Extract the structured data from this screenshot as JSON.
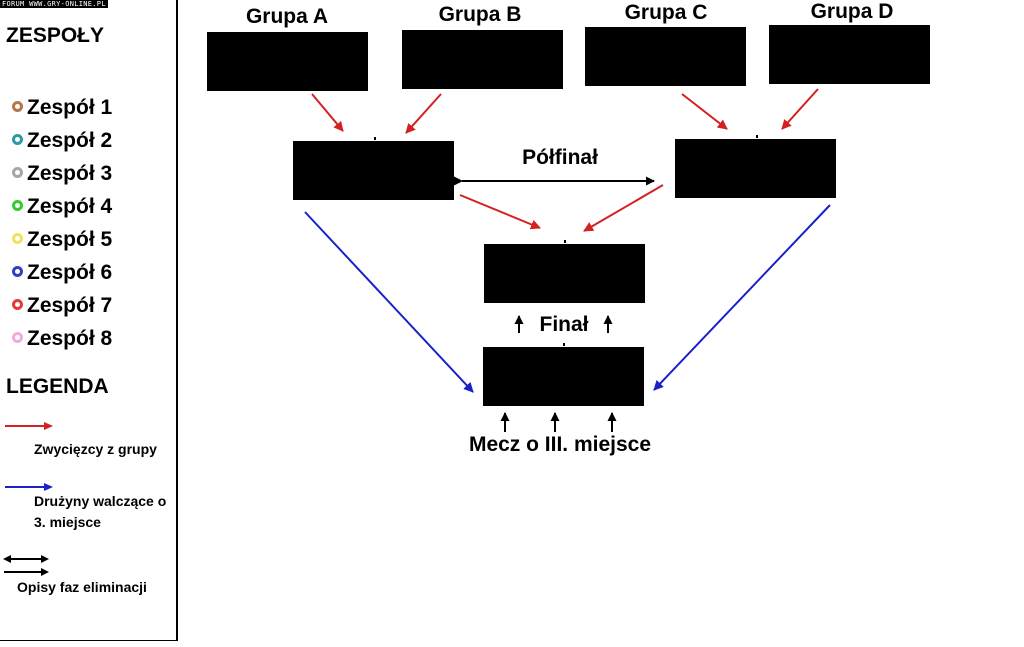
{
  "watermark": "FORUM WWW.GRY-ONLINE.PL",
  "sidebar": {
    "teams_title": "ZESPOŁY",
    "teams": [
      {
        "label": "Zespół 1",
        "color": "#b5764a"
      },
      {
        "label": "Zespół 2",
        "color": "#2a9aa8"
      },
      {
        "label": "Zespół 3",
        "color": "#a6a6a6"
      },
      {
        "label": "Zespół 4",
        "color": "#33cc33"
      },
      {
        "label": "Zespół 5",
        "color": "#f2e15a"
      },
      {
        "label": "Zespół 6",
        "color": "#2f3fc4"
      },
      {
        "label": "Zespół 7",
        "color": "#e33a3a"
      },
      {
        "label": "Zespół 8",
        "color": "#f2aad6"
      }
    ],
    "legend_title": "LEGENDA",
    "legend": {
      "winners": "Zwycięzcy z grupy",
      "third_place_line1": "Drużyny walczące o",
      "third_place_line2": "3. miejsce",
      "phases": "Opisy faz eliminacji"
    }
  },
  "bracket": {
    "groups": [
      "Grupa A",
      "Grupa B",
      "Grupa C",
      "Grupa D"
    ],
    "semifinal_label": "Półfinał",
    "final_label": "Finał",
    "third_place_label": "Mecz o III. miejsce"
  },
  "colors": {
    "winner_arrow": "#d42020",
    "third_place_arrow": "#1a22c8",
    "phase_arrow": "#000000",
    "box": "#000000"
  }
}
